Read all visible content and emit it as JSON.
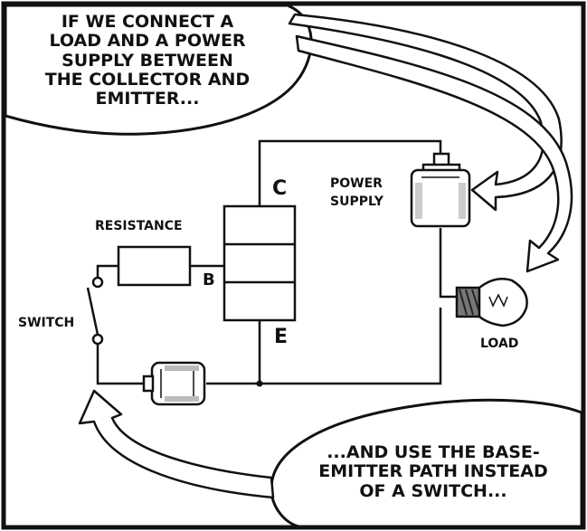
{
  "bubble_top": {
    "lines": [
      "IF WE CONNECT A",
      "LOAD AND A POWER",
      "SUPPLY BETWEEN",
      "THE COLLECTOR AND",
      "EMITTER..."
    ]
  },
  "bubble_bottom": {
    "lines": [
      "...AND USE THE BASE-",
      "EMITTER PATH INSTEAD",
      "OF A SWITCH..."
    ]
  },
  "labels": {
    "collector": "C",
    "base": "B",
    "emitter": "E",
    "resistance": "RESISTANCE",
    "switch": "SWITCH",
    "power_supply_line1": "POWER",
    "power_supply_line2": "SUPPLY",
    "load": "LOAD"
  }
}
